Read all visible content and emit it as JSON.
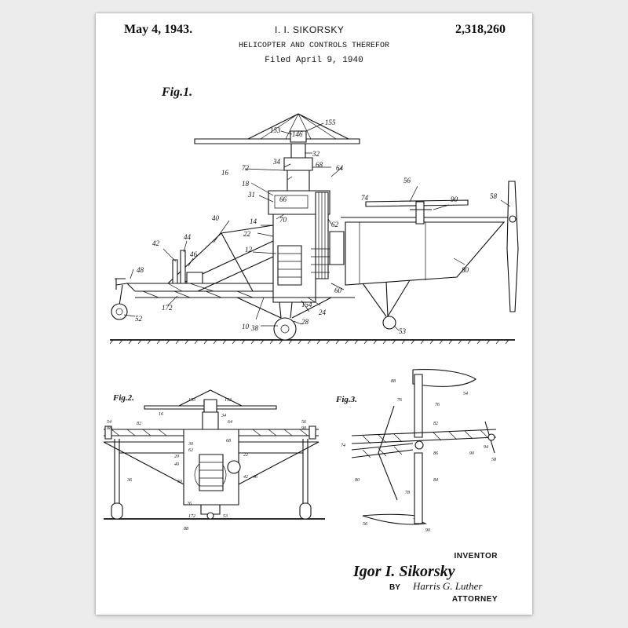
{
  "header": {
    "date": "May 4, 1943.",
    "inventor": "I. I. SIKORSKY",
    "patent_number": "2,318,260",
    "title": "HELICOPTER AND CONTROLS THEREFOR",
    "filed": "Filed April 9, 1940"
  },
  "figures": {
    "fig1_label": "Fig.1.",
    "fig2_label": "Fig.2.",
    "fig3_label": "Fig.3."
  },
  "fig1_refs": [
    "155",
    "153",
    "146",
    "32",
    "34",
    "68",
    "64",
    "72",
    "16",
    "18",
    "31",
    "66",
    "70",
    "74",
    "56",
    "90",
    "58",
    "14",
    "62",
    "22",
    "12",
    "40",
    "44",
    "42",
    "46",
    "48",
    "172",
    "52",
    "10",
    "38",
    "28",
    "154",
    "24",
    "60",
    "80",
    "53"
  ],
  "fig2_refs": [
    "153",
    "153",
    "16",
    "34",
    "64",
    "54",
    "82",
    "56",
    "90",
    "88",
    "62",
    "68",
    "20",
    "40",
    "30",
    "50",
    "22",
    "42",
    "46",
    "36",
    "26",
    "172",
    "53",
    "88"
  ],
  "fig3_refs": [
    "88",
    "54",
    "76",
    "76",
    "82",
    "74",
    "94",
    "90",
    "86",
    "58",
    "80",
    "84",
    "78",
    "56",
    "90"
  ],
  "footer": {
    "inventor_label": "INVENTOR",
    "inventor_signature": "Igor I. Sikorsky",
    "by": "BY",
    "attorney_signature": "Harris G. Luther",
    "attorney_label": "ATTORNEY"
  }
}
